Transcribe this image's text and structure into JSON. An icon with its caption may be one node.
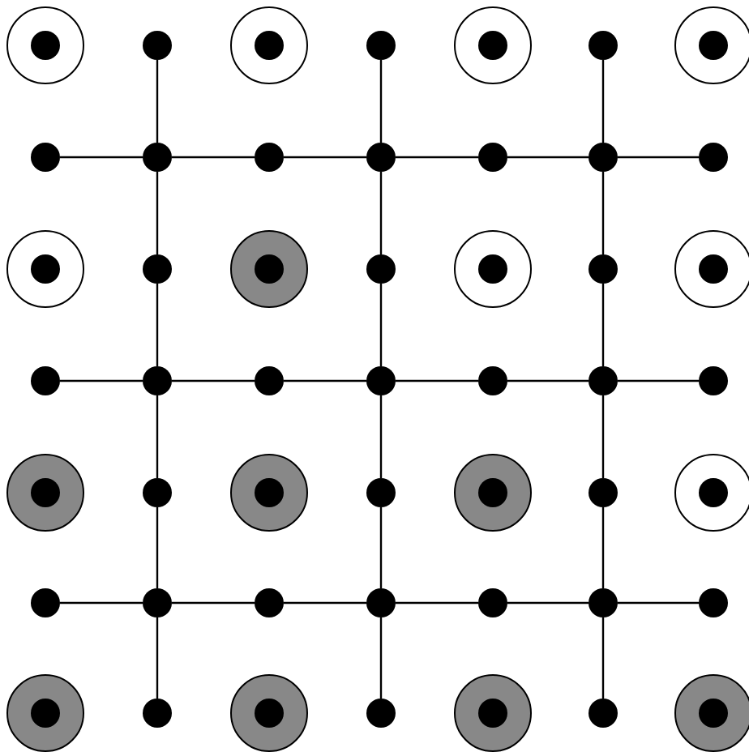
{
  "diagram": {
    "nodes": [
      {
        "text": [],
        "shape": "circle"
      },
      {
        "text": [],
        "shape": "dot",
        "in": 0
      },
      {
        "text": [],
        "shape": "dot"
      },
      {
        "text": [],
        "shape": "circle"
      },
      {
        "text": [],
        "shape": "dot",
        "in": 3
      },
      {
        "text": [],
        "shape": "dot"
      },
      {
        "text": [],
        "shape": "circle"
      },
      {
        "text": [],
        "shape": "dot",
        "in": 6
      },
      {
        "text": [],
        "shape": "dot"
      },
      {
        "text": [],
        "shape": "circle"
      },
      {
        "text": [],
        "shape": "dot",
        "in": 9
      },
      {
        "text": [],
        "shape": "dot"
      },
      {
        "text": [],
        "shape": "dot"
      },
      {
        "text": [],
        "shape": "dot"
      },
      {
        "text": [],
        "shape": "dot"
      },
      {
        "text": [],
        "shape": "dot"
      },
      {
        "text": [],
        "shape": "dot"
      },
      {
        "text": [],
        "shape": "dot"
      },
      {
        "text": [],
        "shape": "circle"
      },
      {
        "text": [],
        "shape": "dot",
        "in": 18
      },
      {
        "text": [],
        "shape": "dot"
      },
      {
        "text": [],
        "shape": "disc"
      },
      {
        "text": [],
        "shape": "dot",
        "in": 21
      },
      {
        "text": [],
        "shape": "dot"
      },
      {
        "text": [],
        "shape": "circle"
      },
      {
        "text": [],
        "shape": "dot",
        "in": 24
      },
      {
        "text": [],
        "shape": "dot"
      },
      {
        "text": [],
        "shape": "circle"
      },
      {
        "text": [],
        "shape": "dot",
        "in": 27
      },
      {
        "text": [],
        "shape": "dot"
      },
      {
        "text": [],
        "shape": "dot"
      },
      {
        "text": [],
        "shape": "dot"
      },
      {
        "text": [],
        "shape": "dot"
      },
      {
        "text": [],
        "shape": "dot"
      },
      {
        "text": [],
        "shape": "dot"
      },
      {
        "text": [],
        "shape": "dot"
      },
      {
        "text": [],
        "shape": "disc"
      },
      {
        "text": [],
        "shape": "dot",
        "in": 36
      },
      {
        "text": [],
        "shape": "dot"
      },
      {
        "text": [],
        "shape": "disc"
      },
      {
        "text": [],
        "shape": "dot",
        "in": 39
      },
      {
        "text": [],
        "shape": "dot"
      },
      {
        "text": [],
        "shape": "disc"
      },
      {
        "text": [],
        "shape": "dot",
        "in": 42
      },
      {
        "text": [],
        "shape": "dot"
      },
      {
        "text": [],
        "shape": "circle"
      },
      {
        "text": [],
        "shape": "dot",
        "in": 45
      },
      {
        "text": [],
        "shape": "dot"
      },
      {
        "text": [],
        "shape": "dot"
      },
      {
        "text": [],
        "shape": "dot"
      },
      {
        "text": [],
        "shape": "dot"
      },
      {
        "text": [],
        "shape": "dot"
      },
      {
        "text": [],
        "shape": "dot"
      },
      {
        "text": [],
        "shape": "dot"
      },
      {
        "text": [],
        "shape": "disc"
      },
      {
        "text": [],
        "shape": "dot",
        "in": 54
      },
      {
        "text": [],
        "shape": "dot"
      },
      {
        "text": [],
        "shape": "disc"
      },
      {
        "text": [],
        "shape": "dot",
        "in": 57
      },
      {
        "text": [],
        "shape": "dot"
      },
      {
        "text": [],
        "shape": "disc"
      },
      {
        "text": [],
        "shape": "dot",
        "in": 60
      },
      {
        "text": [],
        "shape": "dot"
      },
      {
        "text": [],
        "shape": "disc"
      },
      {
        "text": [],
        "shape": "dot",
        "in": 63
      }
    ],
    "edges": [
      {
        "from": 11,
        "to": 12,
        "arrow": "none"
      },
      {
        "from": 12,
        "to": 13,
        "arrow": "none"
      },
      {
        "from": 13,
        "to": 14,
        "arrow": "none"
      },
      {
        "from": 14,
        "to": 15,
        "arrow": "none"
      },
      {
        "from": 15,
        "to": 16,
        "arrow": "none"
      },
      {
        "from": 16,
        "to": 17,
        "arrow": "none"
      },
      {
        "from": 29,
        "to": 30,
        "arrow": "none"
      },
      {
        "from": 30,
        "to": 31,
        "arrow": "none"
      },
      {
        "from": 31,
        "to": 32,
        "arrow": "none"
      },
      {
        "from": 32,
        "to": 33,
        "arrow": "none"
      },
      {
        "from": 33,
        "to": 34,
        "arrow": "none"
      },
      {
        "from": 34,
        "to": 35,
        "arrow": "none"
      },
      {
        "from": 47,
        "to": 48,
        "arrow": "none"
      },
      {
        "from": 48,
        "to": 49,
        "arrow": "none"
      },
      {
        "from": 49,
        "to": 50,
        "arrow": "none"
      },
      {
        "from": 50,
        "to": 51,
        "arrow": "none"
      },
      {
        "from": 51,
        "to": 52,
        "arrow": "none"
      },
      {
        "from": 52,
        "to": 53,
        "arrow": "none"
      },
      {
        "from": 2,
        "to": 12,
        "arrow": "none"
      },
      {
        "from": 12,
        "to": 20,
        "arrow": "none"
      },
      {
        "from": 20,
        "to": 30,
        "arrow": "none"
      },
      {
        "from": 30,
        "to": 38,
        "arrow": "none"
      },
      {
        "from": 38,
        "to": 48,
        "arrow": "none"
      },
      {
        "from": 48,
        "to": 56,
        "arrow": "none"
      },
      {
        "from": 5,
        "to": 14,
        "arrow": "none"
      },
      {
        "from": 14,
        "to": 23,
        "arrow": "none"
      },
      {
        "from": 23,
        "to": 32,
        "arrow": "none"
      },
      {
        "from": 32,
        "to": 41,
        "arrow": "none"
      },
      {
        "from": 41,
        "to": 50,
        "arrow": "none"
      },
      {
        "from": 50,
        "to": 59,
        "arrow": "none"
      },
      {
        "from": 8,
        "to": 16,
        "arrow": "none"
      },
      {
        "from": 16,
        "to": 26,
        "arrow": "none"
      },
      {
        "from": 26,
        "to": 34,
        "arrow": "none"
      },
      {
        "from": 34,
        "to": 44,
        "arrow": "none"
      },
      {
        "from": 44,
        "to": 52,
        "arrow": "none"
      },
      {
        "from": 52,
        "to": 62,
        "arrow": "none"
      }
    ]
  }
}
